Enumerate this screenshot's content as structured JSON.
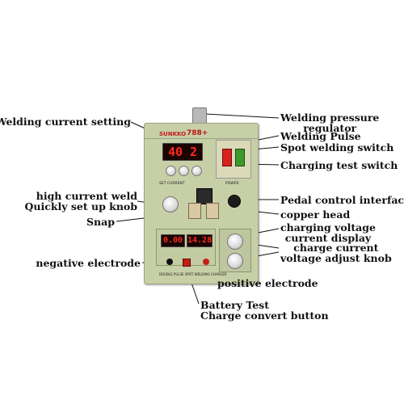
{
  "labels": {
    "welding_current_setting": "Welding current setting",
    "welding_pressure_regulator_line1": "Welding pressure",
    "welding_pressure_regulator_line2": "regulator",
    "welding_pulse": "Welding Pulse",
    "spot_welding_switch": "Spot welding switch",
    "charging_test_switch": "Charging test switch",
    "high_current_weld_line1": "high current weld",
    "high_current_weld_line2": "Quickly set up knob",
    "pedal_control_interface": "Pedal control interface",
    "copper_head": "copper head",
    "snap": "Snap",
    "charging_voltage_line1": "charging voltage",
    "charging_voltage_line2": "current display",
    "charge_current_line1": "charge current",
    "charge_current_line2": "voltage adjust knob",
    "negative_electrode": "negative electrode",
    "positive_electrode": "positive electrode",
    "battery_test_line1": "Battery Test",
    "battery_test_line2": "Charge convert button"
  },
  "device": {
    "brand": "SUNKKO",
    "model": "788+",
    "top_display": "40 2",
    "left_display": "0.00",
    "right_display": "14.28",
    "set_current_label": "SET CURRENT",
    "power_label": "POWER",
    "bottom_caption": "DOUBLE PULSE SPOT WELDING CHARGER"
  },
  "colors": {
    "panel": "#c7cfa7",
    "display_text": "#ff2a1a",
    "switch_red": "#d8221c",
    "switch_green": "#3a9a2b"
  }
}
